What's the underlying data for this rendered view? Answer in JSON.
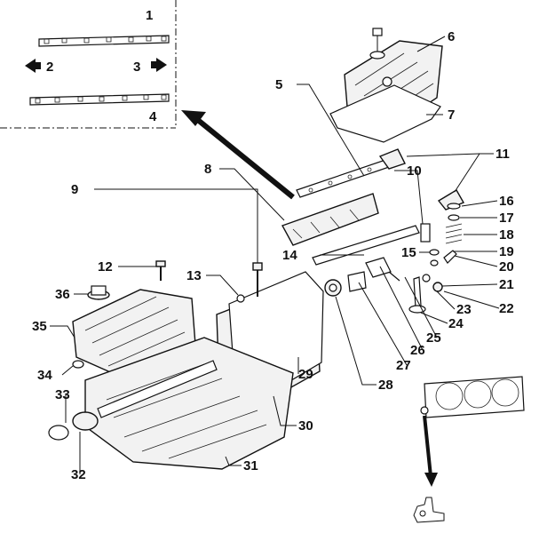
{
  "callouts": [
    {
      "id": "1",
      "text": "1"
    },
    {
      "id": "2",
      "text": "2"
    },
    {
      "id": "3",
      "text": "3"
    },
    {
      "id": "4",
      "text": "4"
    },
    {
      "id": "5",
      "text": "5"
    },
    {
      "id": "6",
      "text": "6"
    },
    {
      "id": "7",
      "text": "7"
    },
    {
      "id": "8",
      "text": "8"
    },
    {
      "id": "9",
      "text": "9"
    },
    {
      "id": "10",
      "text": "10"
    },
    {
      "id": "11",
      "text": "11"
    },
    {
      "id": "12",
      "text": "12"
    },
    {
      "id": "13",
      "text": "13"
    },
    {
      "id": "14",
      "text": "14"
    },
    {
      "id": "15",
      "text": "15"
    },
    {
      "id": "16",
      "text": "16"
    },
    {
      "id": "17",
      "text": "17"
    },
    {
      "id": "18",
      "text": "18"
    },
    {
      "id": "19",
      "text": "19"
    },
    {
      "id": "20",
      "text": "20"
    },
    {
      "id": "21",
      "text": "21"
    },
    {
      "id": "22",
      "text": "22"
    },
    {
      "id": "23",
      "text": "23"
    },
    {
      "id": "24",
      "text": "24"
    },
    {
      "id": "25",
      "text": "25"
    },
    {
      "id": "26",
      "text": "26"
    },
    {
      "id": "27",
      "text": "27"
    },
    {
      "id": "28",
      "text": "28"
    },
    {
      "id": "29",
      "text": "29"
    },
    {
      "id": "30",
      "text": "30"
    },
    {
      "id": "31",
      "text": "31"
    },
    {
      "id": "32",
      "text": "32"
    },
    {
      "id": "33",
      "text": "33"
    },
    {
      "id": "34",
      "text": "34"
    },
    {
      "id": "35",
      "text": "35"
    },
    {
      "id": "36",
      "text": "36"
    }
  ],
  "inset_arrows": {
    "left": "left-arrow-icon",
    "right": "right-arrow-icon"
  },
  "icons": {
    "pointer": "pointer-arrow-icon",
    "detail": "detail-arrow-icon"
  },
  "colors": {
    "ink": "#111111",
    "paper": "#ffffff"
  }
}
